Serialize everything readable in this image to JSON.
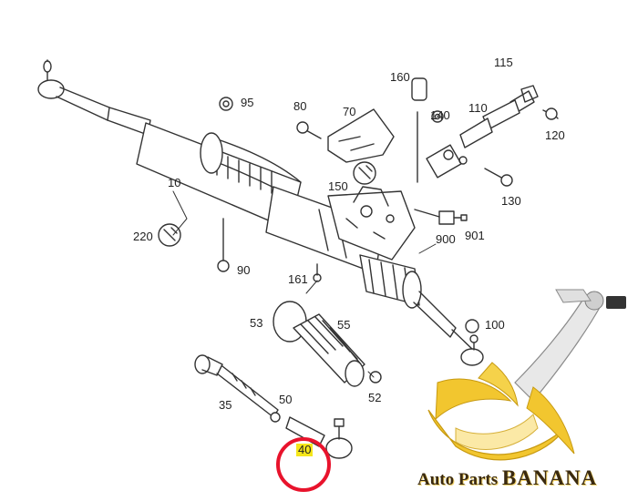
{
  "diagram": {
    "callouts": [
      {
        "id": "95",
        "label": "95"
      },
      {
        "id": "80",
        "label": "80"
      },
      {
        "id": "70",
        "label": "70"
      },
      {
        "id": "160",
        "label": "160"
      },
      {
        "id": "115",
        "label": "115"
      },
      {
        "id": "110",
        "label": "110"
      },
      {
        "id": "140",
        "label": "140"
      },
      {
        "id": "120",
        "label": "120"
      },
      {
        "id": "10",
        "label": "10"
      },
      {
        "id": "150",
        "label": "150"
      },
      {
        "id": "130",
        "label": "130"
      },
      {
        "id": "220",
        "label": "220"
      },
      {
        "id": "900",
        "label": "900"
      },
      {
        "id": "901",
        "label": "901"
      },
      {
        "id": "90",
        "label": "90"
      },
      {
        "id": "161",
        "label": "161"
      },
      {
        "id": "53",
        "label": "53"
      },
      {
        "id": "55",
        "label": "55"
      },
      {
        "id": "100",
        "label": "100"
      },
      {
        "id": "35",
        "label": "35"
      },
      {
        "id": "50",
        "label": "50"
      },
      {
        "id": "52",
        "label": "52"
      },
      {
        "id": "40",
        "label": "40",
        "highlighted": true
      }
    ],
    "highlight_color": "#f5e61a",
    "marker_color": "#e8132c",
    "line_color": "#333333"
  },
  "brand": {
    "prefix": "Auto Parts ",
    "name": "BANANA",
    "colors": {
      "banana": "#f2c62f",
      "text": "#3a2a10"
    }
  }
}
